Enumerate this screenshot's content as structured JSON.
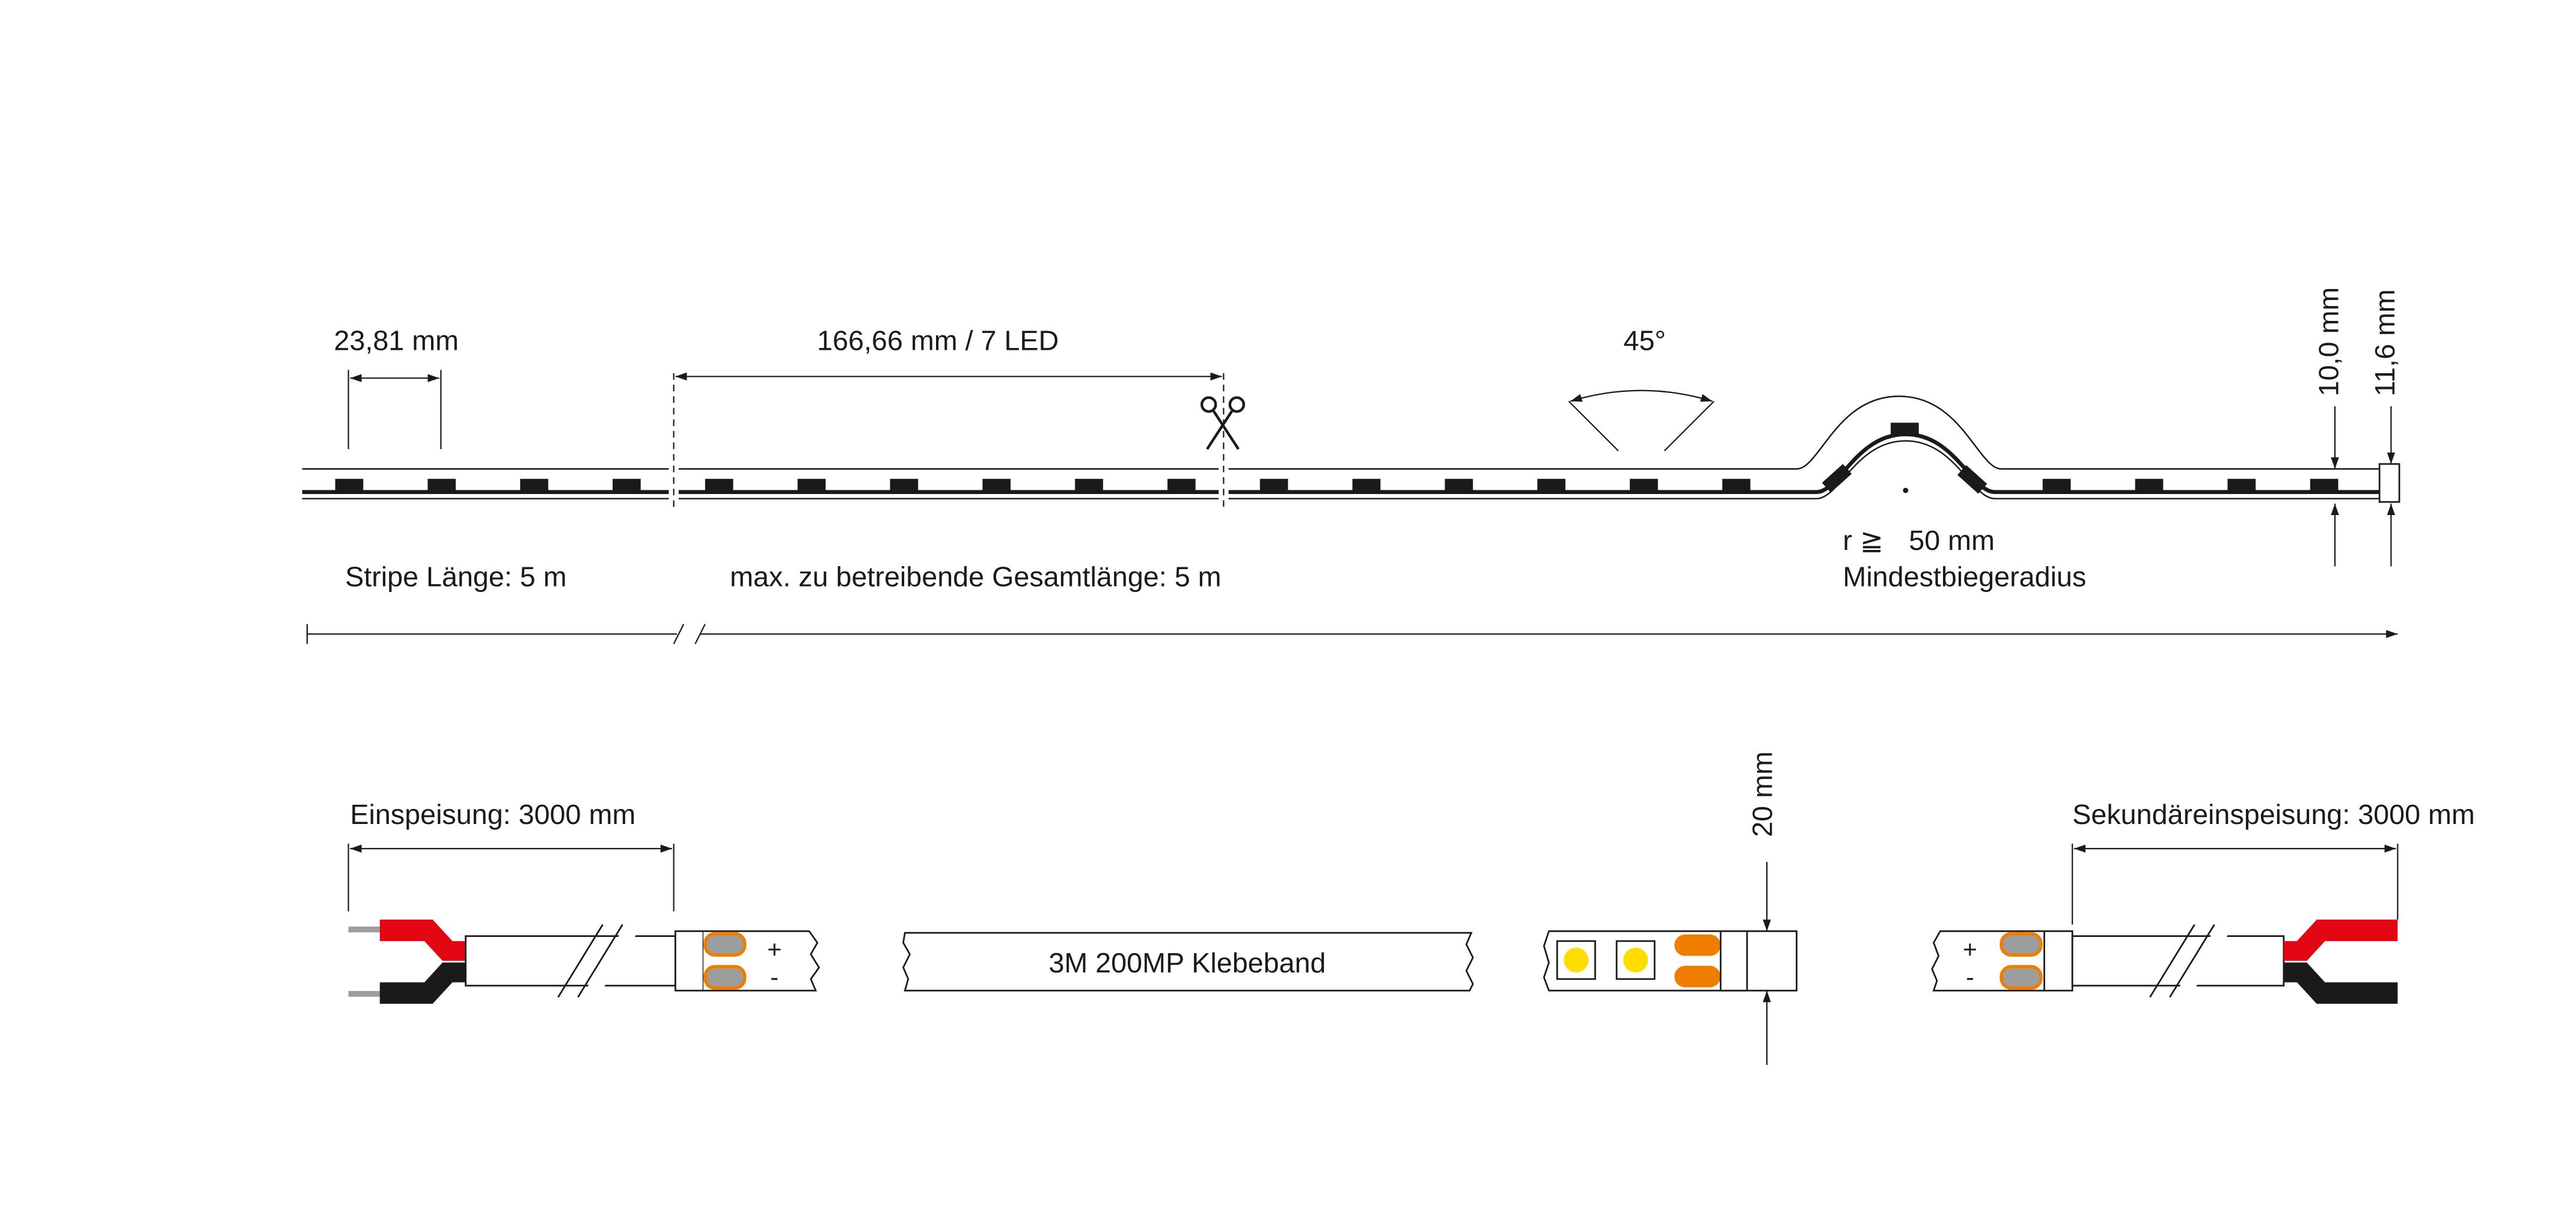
{
  "strip": {
    "pitch_label": "23,81 mm",
    "cut_label": "166,66 mm / 7 LED",
    "angle_label": "45°",
    "height_label": "10,0 mm",
    "width_label": "11,6 mm",
    "radius_prefix": "r ≧",
    "radius_value": "50 mm",
    "radius_caption": "Mindestbiegeradius",
    "stripe_length_label": "Stripe Länge:  5 m",
    "total_length_label": "max. zu betreibende Gesamtlänge:  5 m"
  },
  "connectors": {
    "feed_label": "Einspeisung: 3000 mm",
    "secondary_feed_label": "Sekundäreinspeisung: 3000 mm",
    "plus_sign": "+",
    "minus_sign": "-",
    "tape_label": "3M 200MP Klebeband",
    "strip_width_label": "20 mm"
  },
  "colors": {
    "wire_red": "#e30613",
    "wire_black": "#1a1a1a",
    "pad_orange": "#ef7d00",
    "pad_gray": "#9d9d9c",
    "led_yellow": "#ffdd00"
  }
}
